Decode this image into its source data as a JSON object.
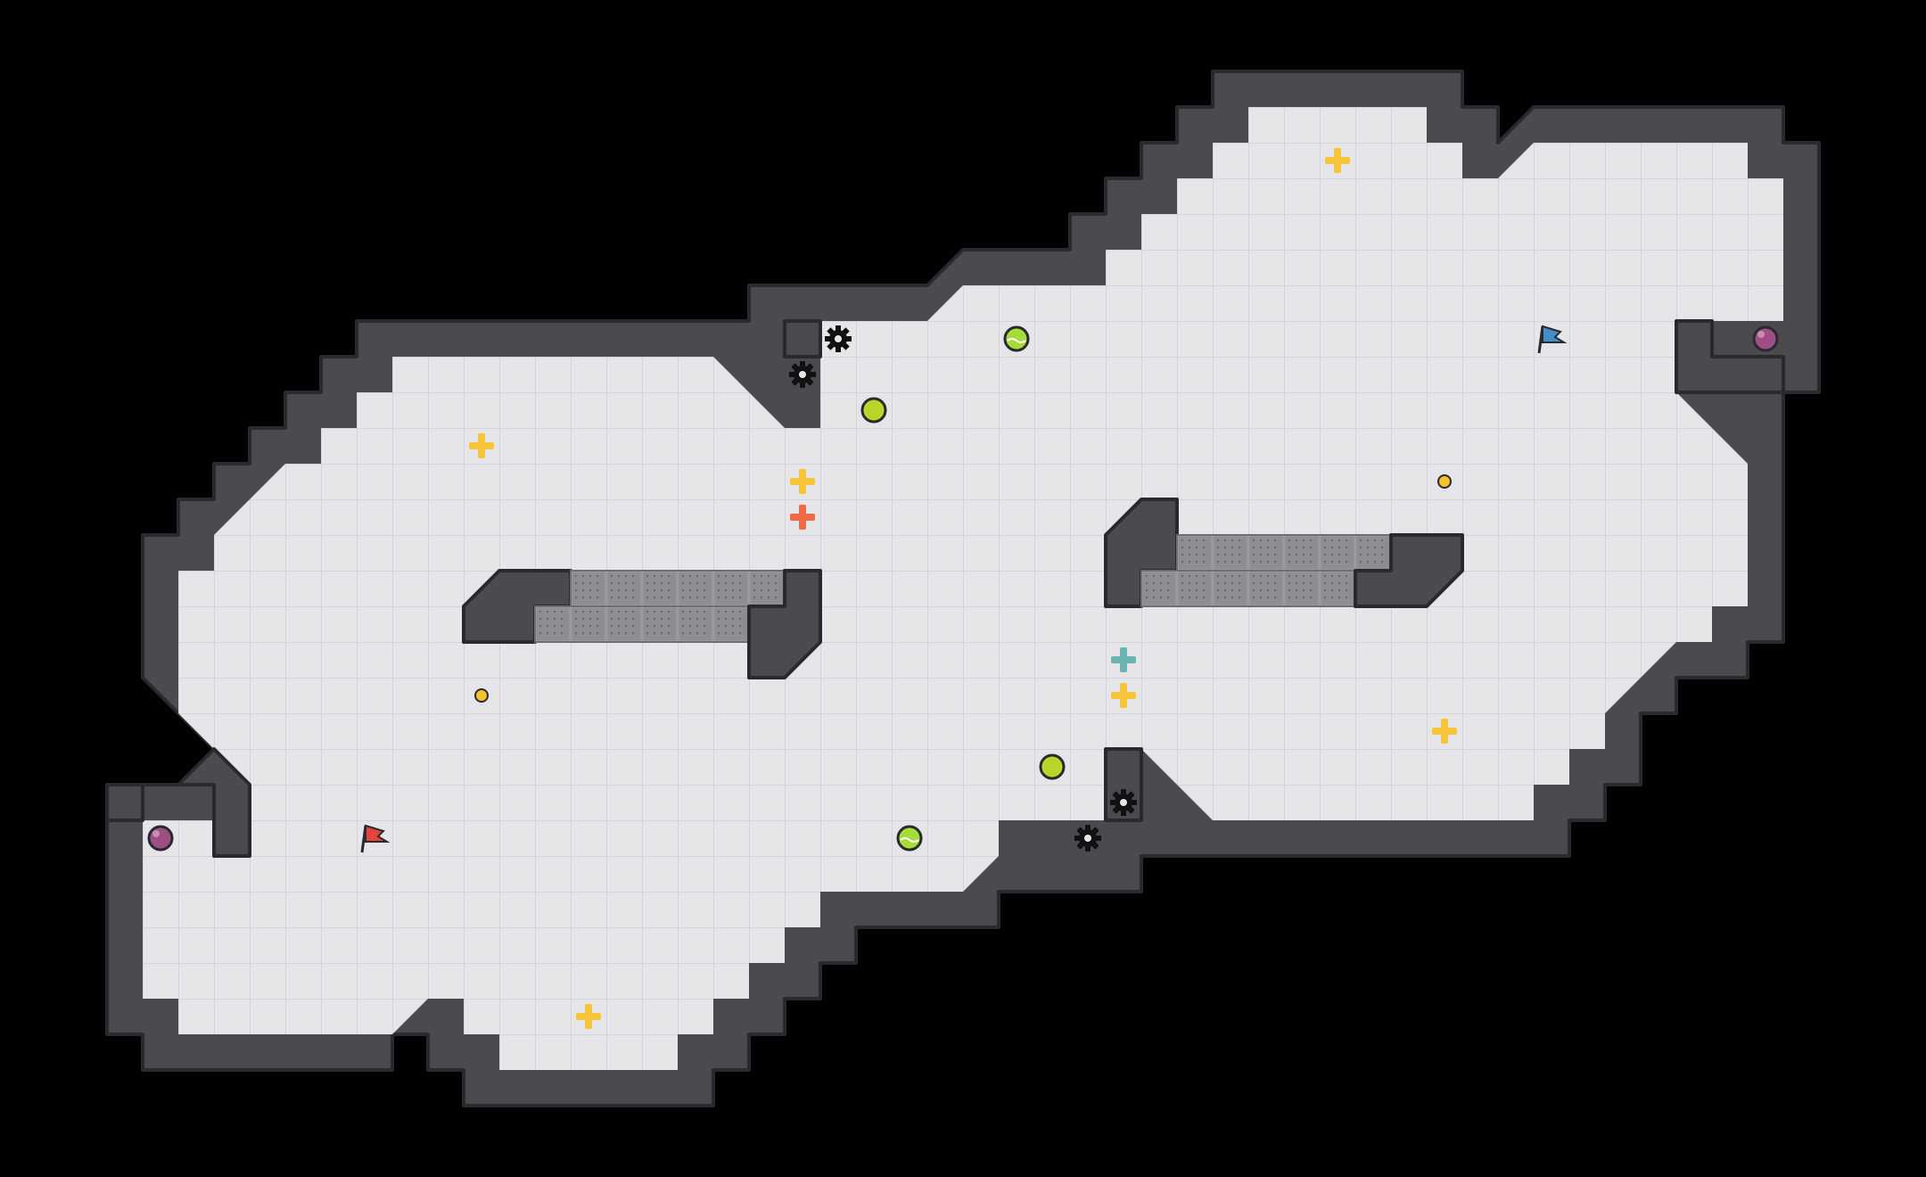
{
  "game": {
    "title": "",
    "map": {
      "grid": {
        "cols": 48,
        "rows": 30
      },
      "colors": {
        "background": "#000000",
        "floor": "#e6e6e9",
        "grid_line": "#cdced2",
        "wall": "#4a4a4f",
        "wall_edge": "#2a2a2e",
        "grate": "#8e8e92",
        "grate_dots": "#6d6d72"
      }
    },
    "entities": {
      "flags": [
        {
          "name": "red-team-flag",
          "team": "red",
          "color": "#e2453c"
        },
        {
          "name": "blue-team-flag",
          "team": "blue",
          "color": "#3f8fc9"
        }
      ],
      "bombs": {
        "color": "#9d4f83",
        "count": 2
      },
      "spikes": {
        "color": "#111111",
        "count": 4
      },
      "speed_boosts": {
        "color": "#b8d62a",
        "count": 2
      },
      "jukejuice_powerups": {
        "color": "#a6dc3a",
        "count": 2
      },
      "small_pellets": {
        "color": "#f5c22b",
        "count": 2
      },
      "yellow_gates": {
        "color": "#f6c43a",
        "count": 6
      },
      "red_gate": {
        "color": "#ef6b46"
      },
      "blue_gate": {
        "color": "#6ab4b1"
      }
    }
  }
}
